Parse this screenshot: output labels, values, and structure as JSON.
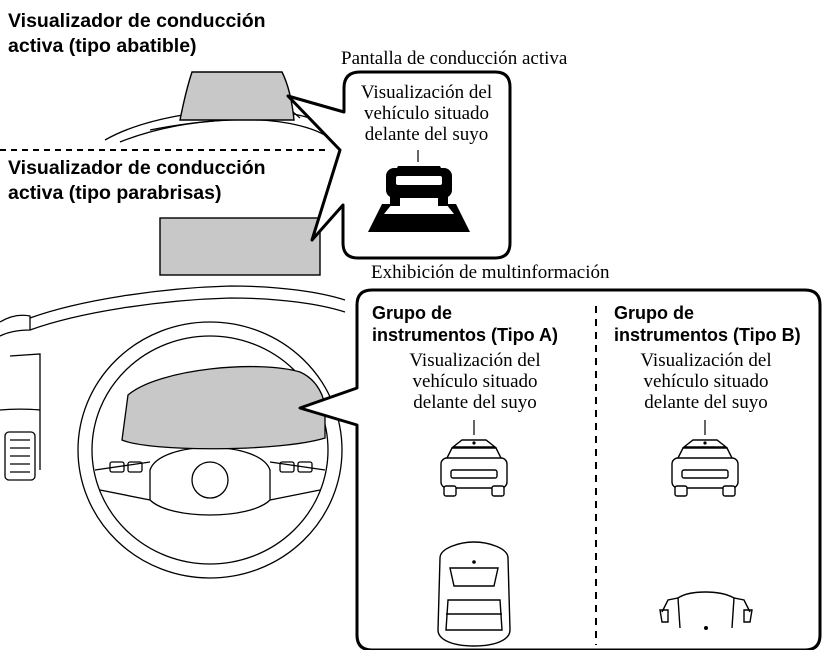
{
  "heading_popup": {
    "line1": "Visualizador de conducción",
    "line2": "activa (tipo abatible)"
  },
  "heading_windshield": {
    "line1": "Visualizador de conducción",
    "line2": "activa (tipo parabrisas)"
  },
  "active_display": {
    "title": "Pantalla de conducción activa",
    "text_line1": "Visualización del",
    "text_line2": "vehículo situado",
    "text_line3": "delante del suyo"
  },
  "multi_info": {
    "title": "Exhibición de multinformación"
  },
  "cluster_a": {
    "title_line1": "Grupo de",
    "title_line2": "instrumentos (Tipo A)",
    "text_line1": "Visualización del",
    "text_line2": "vehículo situado",
    "text_line3": "delante del suyo"
  },
  "cluster_b": {
    "title_line1": "Grupo de",
    "title_line2": "instrumentos (Tipo B)",
    "text_line1": "Visualización del",
    "text_line2": "vehículo situado",
    "text_line3": "delante del suyo"
  },
  "colors": {
    "display_fill": "#c8c8c8",
    "line": "#000000"
  }
}
